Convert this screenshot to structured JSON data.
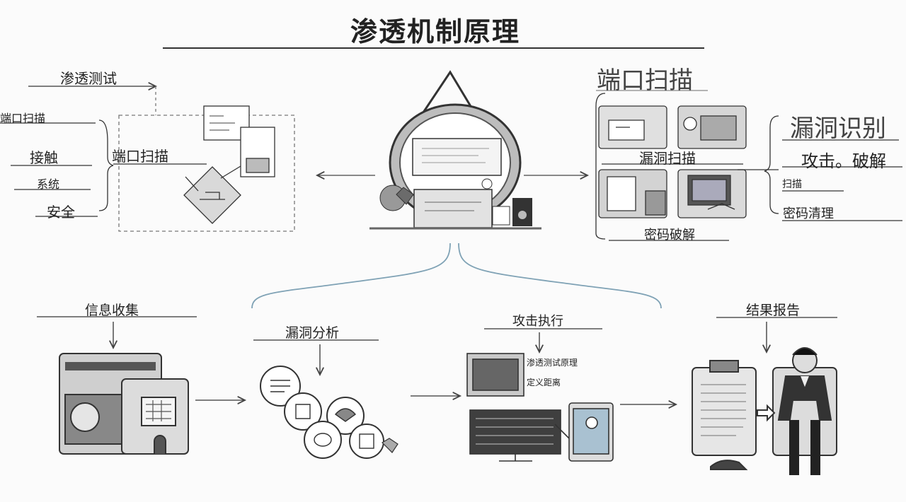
{
  "title": "渗透机制原理",
  "left": {
    "heading": "渗透测试",
    "items": [
      "端口扫描",
      "接触",
      "系统",
      "安全"
    ],
    "box_label": "端口扫描"
  },
  "right": {
    "heading": "端口扫描",
    "mid_label": "漏洞扫描",
    "bottom_label": "密码破解",
    "branch_title": "漏洞识别",
    "branch_sub": "攻击。破解",
    "branch_items": [
      "扫描",
      "密码清理"
    ]
  },
  "steps": [
    {
      "label": "信息收集"
    },
    {
      "label": "漏洞分析"
    },
    {
      "label": "攻击执行",
      "notes": [
        "渗透测试原理",
        "定义距离"
      ]
    },
    {
      "label": "结果报告"
    }
  ]
}
